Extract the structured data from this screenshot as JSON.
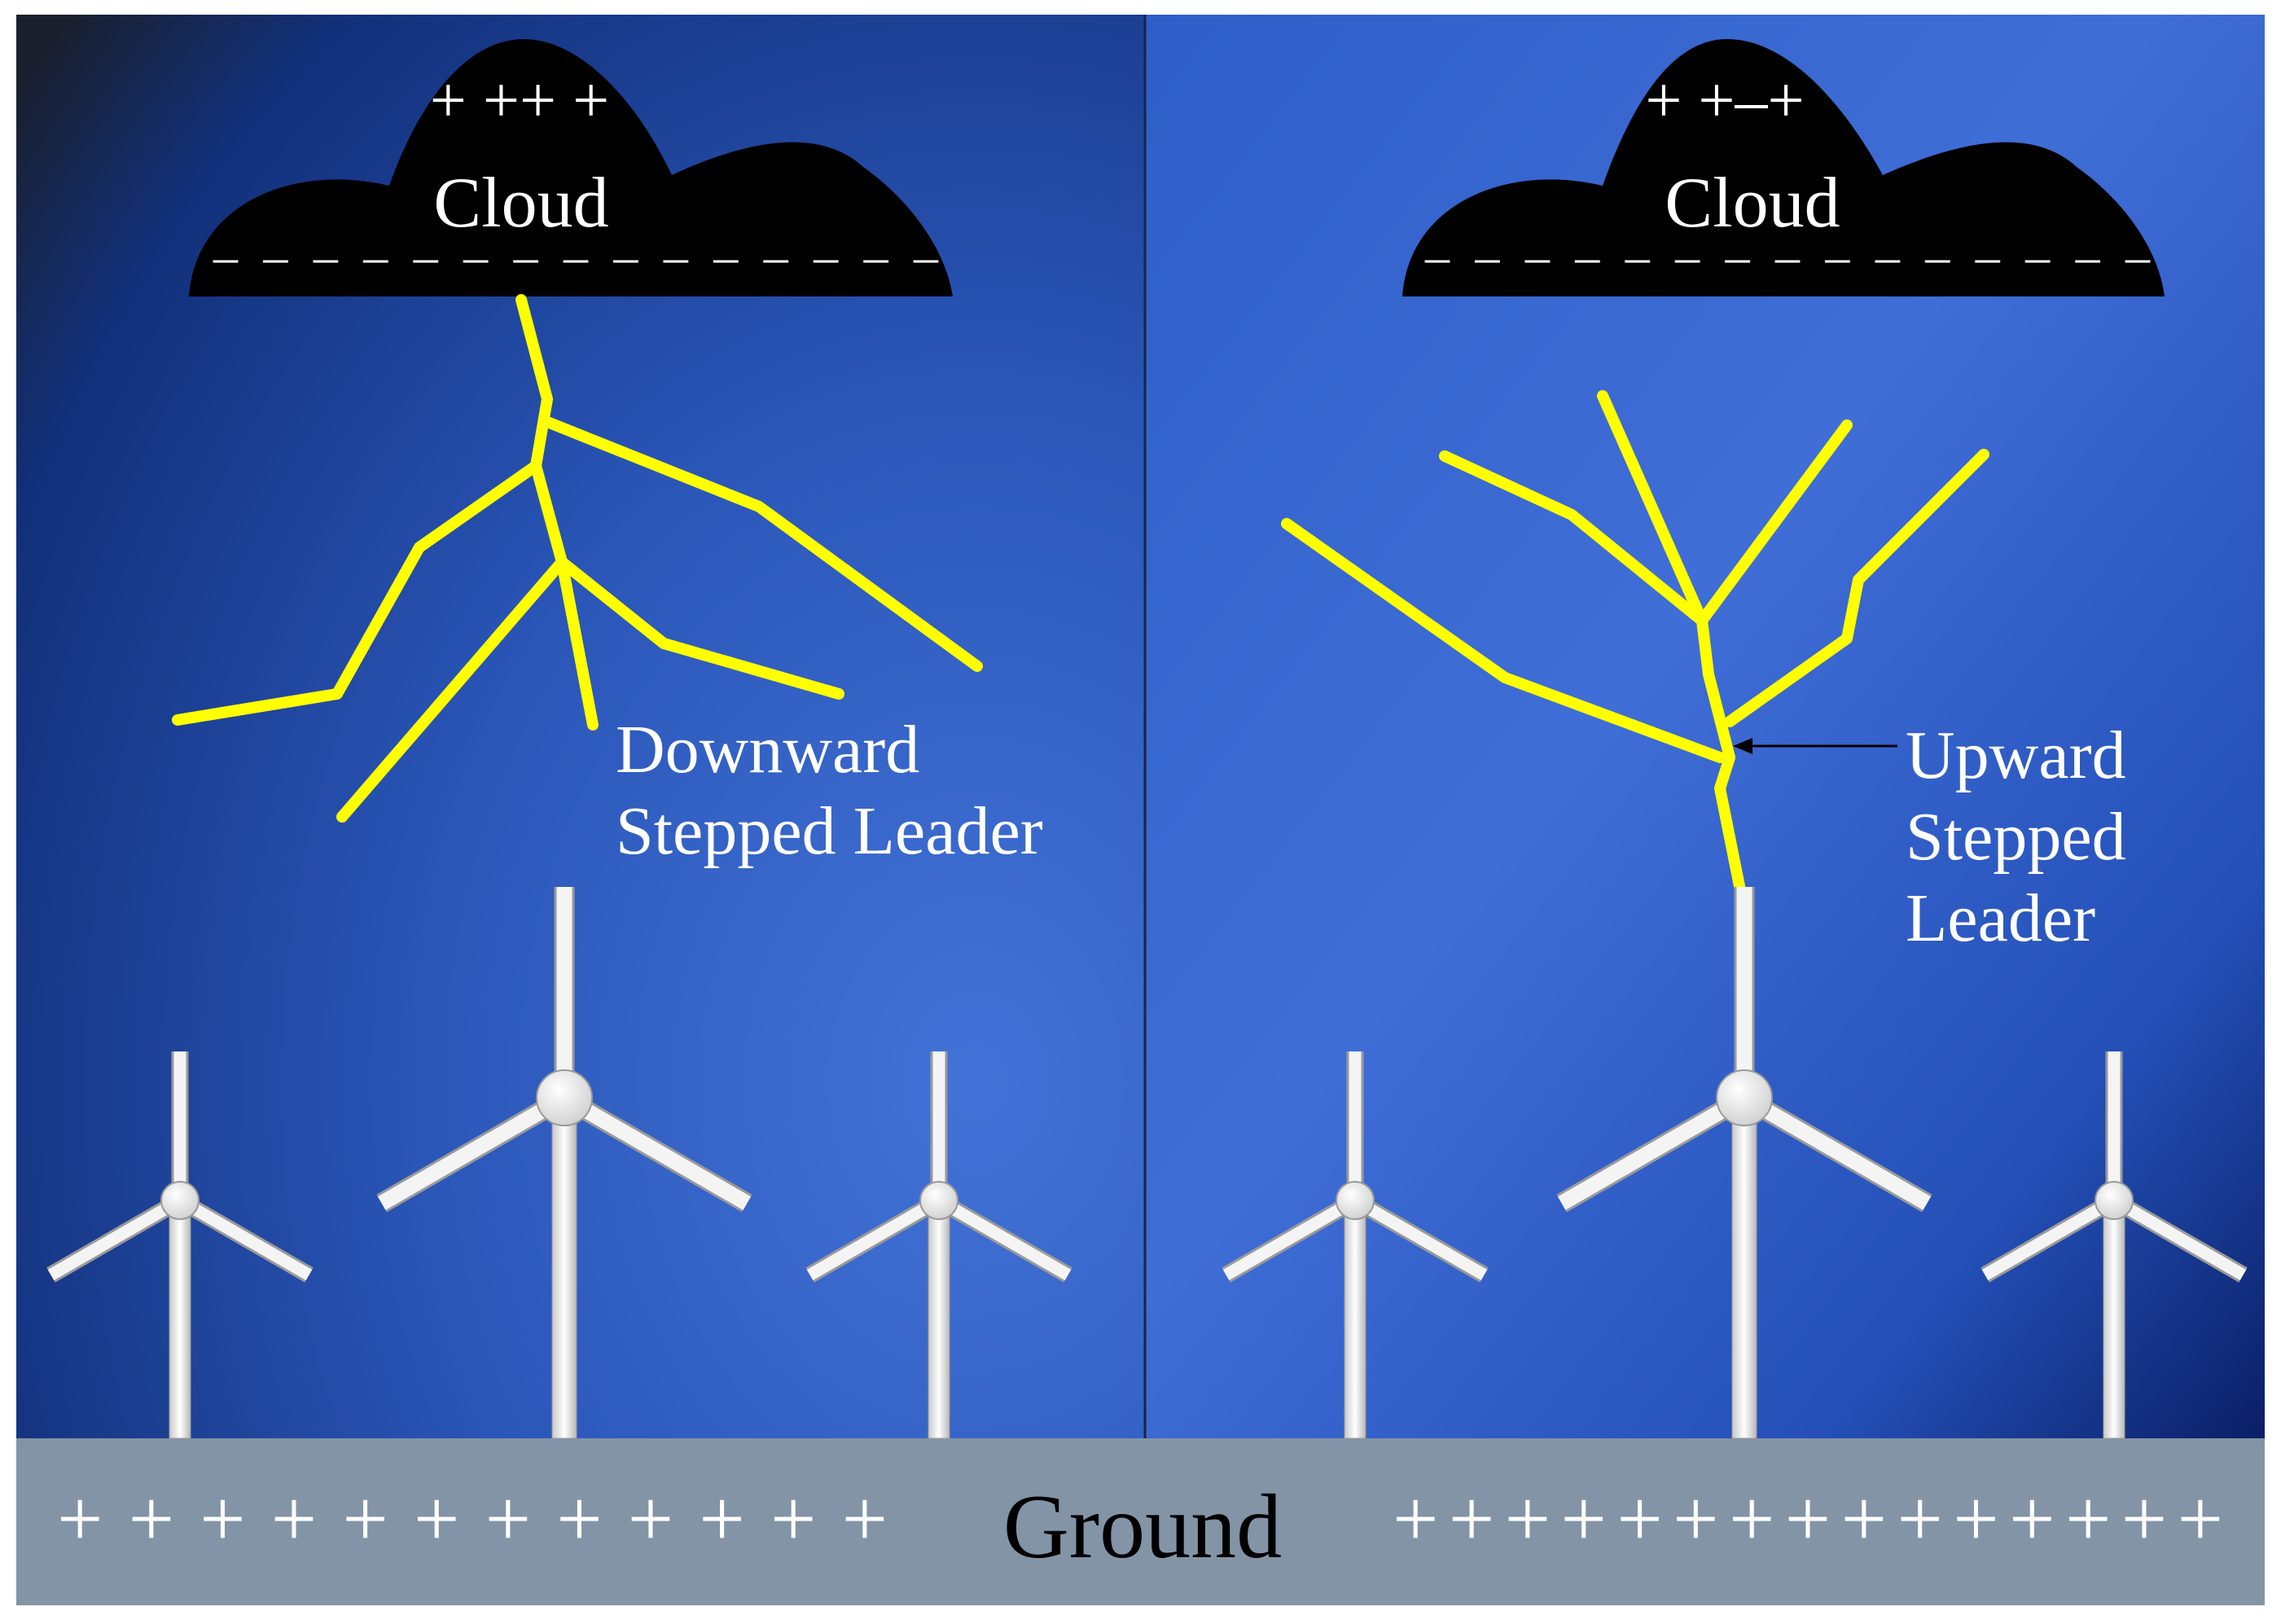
{
  "left_panel": {
    "cloud_label": "Cloud",
    "cloud_top_charges": "+ ++ +",
    "cloud_bottom_charges": "– – – – – – – – – – – – – – –",
    "leader_label_line1": "Downward",
    "leader_label_line2": "Stepped Leader"
  },
  "right_panel": {
    "cloud_label": "Cloud",
    "cloud_top_charges": "+ +–+",
    "cloud_bottom_charges": "– – – – – – – – – – – – – – –",
    "leader_label_line1": "Upward",
    "leader_label_line2": "Stepped",
    "leader_label_line3": "Leader"
  },
  "ground": {
    "label": "Ground",
    "left_charges": "+ + + + + + + + + + + +",
    "right_charges": "+ + + + + + + + + + + + + + +"
  },
  "colors": {
    "leader": "#ffff00",
    "sky_dark": "#0b1f5c",
    "sky_light": "#3f6ed6",
    "ground": "#8394a6",
    "cloud": "#000000",
    "turbine": "#f2f2f2"
  }
}
